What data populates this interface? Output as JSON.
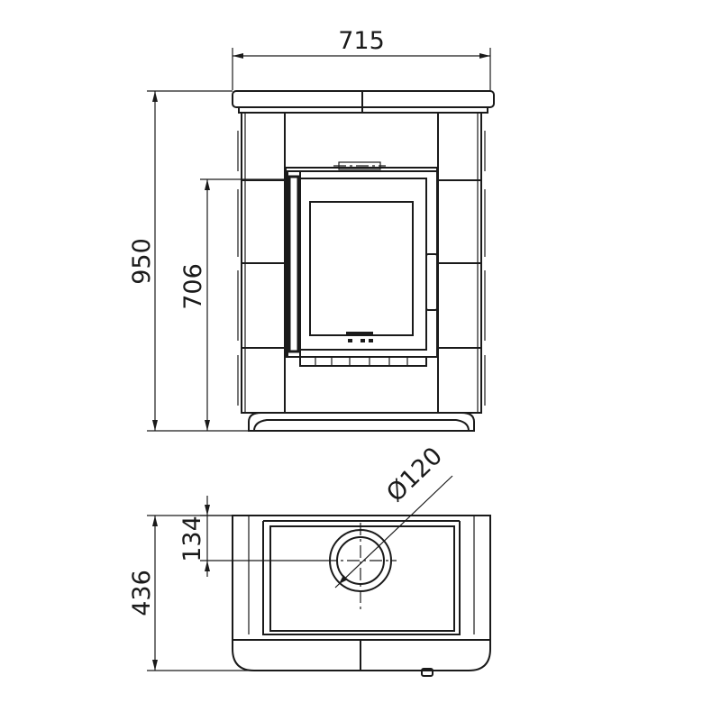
{
  "dimensions": {
    "front_width": "715",
    "front_height": "950",
    "door_height": "706",
    "flue_diameter": "Ø120",
    "flue_offset": "134",
    "depth": "436"
  }
}
